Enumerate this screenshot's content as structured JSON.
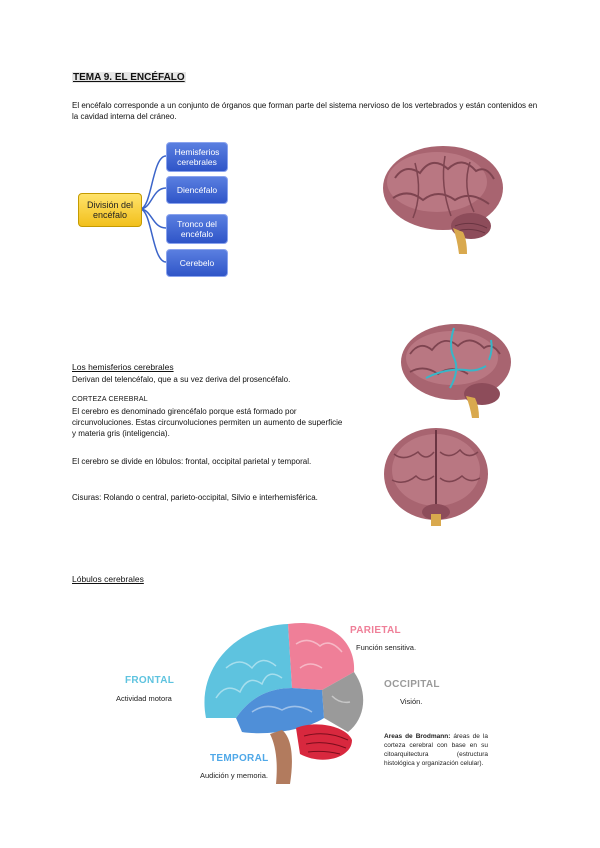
{
  "title": "TEMA 9. EL ENCÉFALO",
  "intro": "El encéfalo corresponde a un conjunto de órganos que forman parte del sistema nervioso de los vertebrados y están contenidos en la cavidad interna del cráneo.",
  "diagram": {
    "root": "División del encéfalo",
    "children": [
      "Hemisferios cerebrales",
      "Diencéfalo",
      "Tronco del encéfalo",
      "Cerebelo"
    ]
  },
  "hemisferios": {
    "heading": "Los hemisferios cerebrales",
    "deriva": "Derivan del telencéfalo, que a su vez deriva del prosencéfalo.",
    "corteza_heading": "CORTEZA CEREBRAL",
    "corteza_text": "El cerebro es denominado girencéfalo porque está formado por circunvoluciones. Estas circunvoluciones permiten un aumento de superficie y materia gris (inteligencia).",
    "lobulos_text": "El cerebro se divide en lóbulos: frontal, occipital parietal y temporal.",
    "cisuras_text": "Cisuras: Rolando o central, parieto-occipital, Silvio e interhemisférica."
  },
  "lobulos": {
    "heading": "Lóbulos cerebrales",
    "parietal": "PARIETAL",
    "parietal_desc": "Función sensitiva.",
    "frontal": "FRONTAL",
    "frontal_desc": "Actividad motora",
    "occipital": "OCCIPITAL",
    "occipital_desc": "Visión.",
    "temporal": "TEMPORAL",
    "temporal_desc": "Audición y memoria.",
    "brodmann_bold": "Areas de Brodmann:",
    "brodmann_text": "áreas de la corteza cerebral con base en su citoarquitectura (estructura histológica y organización celular)."
  },
  "colors": {
    "frontal": "#5ec3df",
    "parietal": "#ef7f98",
    "occipital": "#9a9a9a",
    "temporal": "#4f8fd8",
    "cerebelo": "#d8283e",
    "brain": "#a86470"
  }
}
